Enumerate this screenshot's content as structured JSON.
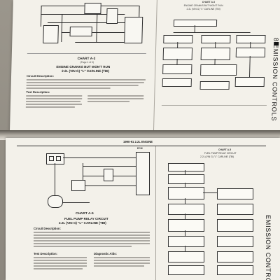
{
  "top_page": {
    "chart_title": "CHART A-3",
    "chart_page": "(Page 1 of 2)",
    "chart_subtitle": "ENGINE CRANKS BUT WON'T RUN",
    "chart_model": "2.2L (VIN G) \"L\" CARLINE (TBI)",
    "circuit_heading": "Circuit Description:",
    "test_heading": "Test Description:",
    "right_chart_title": "CHART A-3",
    "right_chart_subtitle": "ENGINE CRANKS BUT WON'T RUN",
    "right_chart_model": "2.2L (VIN G) \"L\" CARLINE (TBI)",
    "side_tab": "8 EMISSION CONTROLS"
  },
  "bottom_page": {
    "header": "1990-91 2.2L ENGINE",
    "chart_title": "CHART A-5",
    "chart_subtitle": "FUEL PUMP RELAY CIRCUIT",
    "chart_model": "2.2L (VIN G) \"L\" CARLINE (TBI)",
    "circuit_heading": "Circuit Description:",
    "test_heading": "Test Description:",
    "diag_heading": "Diagnostic Aids:",
    "ecm_label": "ECM",
    "right_chart_title": "CHART A-5",
    "right_chart_subtitle": "FUEL PUMP RELAY CIRCUIT",
    "right_chart_model": "2.2L (VIN G) \"L\" CARLINE (TBI)",
    "side_tab": "EMISSION CONTROLS"
  }
}
